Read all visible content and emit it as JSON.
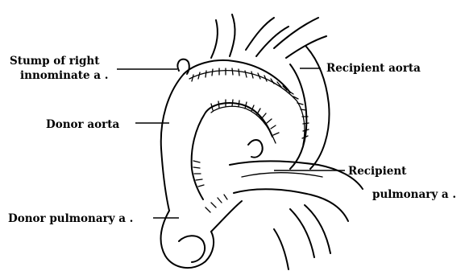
{
  "labels": {
    "stump_line1": "Stump of right",
    "stump_line2": "innominate a .",
    "recipient_aorta": "Recipient aorta",
    "donor_aorta": "Donor aorta",
    "recipient_pa_line1": "Recipient",
    "recipient_pa_line2": "pulmonary a .",
    "donor_pa": "Donor pulmonary a ."
  }
}
